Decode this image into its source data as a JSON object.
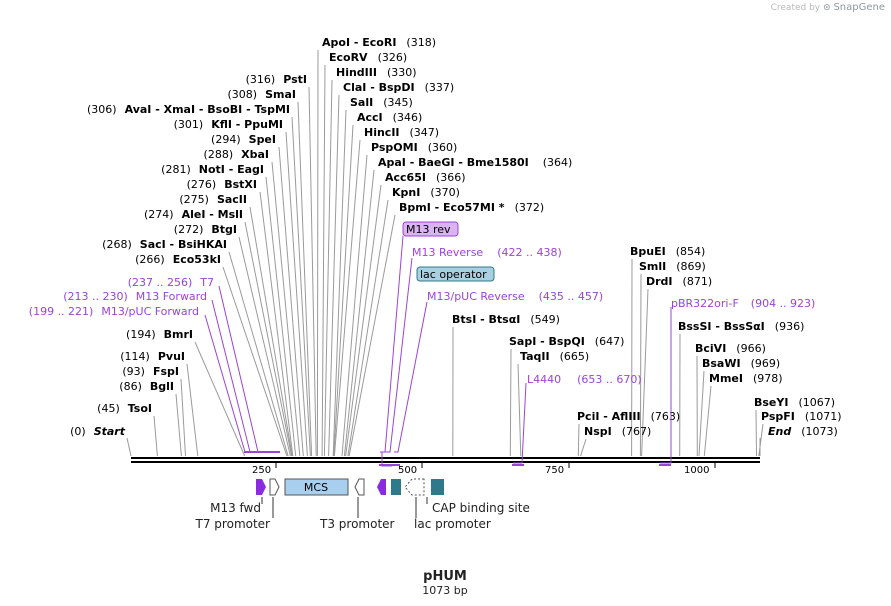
{
  "credit": {
    "text": "Created by",
    "brand": "SnapGene",
    "icon": "snapgene-logo-icon"
  },
  "plasmid": {
    "name": "pHUM",
    "length_label": "1073 bp",
    "length": 1073
  },
  "ruler": {
    "ticks": [
      250,
      500,
      750,
      1000
    ]
  },
  "colors": {
    "site_line": "#9a9a9a",
    "feature_purple": "#9a44d6",
    "primer_fill": "#d9b3f2",
    "operator_fill": "#a9cfe0",
    "mcs_fill": "#a9cfee",
    "teal": "#2e7a8a",
    "arrow_purple": "#8a2be2",
    "text": "#000000",
    "grey_text": "#333333"
  },
  "sites": [
    {
      "label": "ApoI  -  EcoRI",
      "pos": "(318)",
      "at": 318
    },
    {
      "label": "EcoRV",
      "pos": "(326)",
      "at": 326
    },
    {
      "label": "HindIII",
      "pos": "(330)",
      "at": 330
    },
    {
      "label": "ClaI  -  BspDI",
      "pos": "(337)",
      "at": 337
    },
    {
      "label": "SalI",
      "pos": "(345)",
      "at": 345
    },
    {
      "label": "AccI",
      "pos": "(346)",
      "at": 346
    },
    {
      "label": "HincII",
      "pos": "(347)",
      "at": 347
    },
    {
      "label": "PspOMI",
      "pos": "(360)",
      "at": 360
    },
    {
      "label": "ApaI  -  BaeGI  -  Bme1580I",
      "pos": "(364)",
      "at": 364
    },
    {
      "label": "Acc65I",
      "pos": "(366)",
      "at": 366
    },
    {
      "label": "KpnI",
      "pos": "(370)",
      "at": 370
    },
    {
      "label": "BpmI  -  Eco57MI *",
      "pos": "(372)",
      "at": 372
    },
    {
      "label": "PstI",
      "pos": "(316)",
      "at": 316
    },
    {
      "label": "SmaI",
      "pos": "(308)",
      "at": 308
    },
    {
      "label": "AvaI  -  XmaI  -  BsoBI  -  TspMI",
      "pos": "(306)",
      "at": 306
    },
    {
      "label": "KflI  -  PpuMI",
      "pos": "(301)",
      "at": 301
    },
    {
      "label": "SpeI",
      "pos": "(294)",
      "at": 294
    },
    {
      "label": "XbaI",
      "pos": "(288)",
      "at": 288
    },
    {
      "label": "NotI  -  EagI",
      "pos": "(281)",
      "at": 281
    },
    {
      "label": "BstXI",
      "pos": "(276)",
      "at": 276
    },
    {
      "label": "SacII",
      "pos": "(275)",
      "at": 275
    },
    {
      "label": "AleI  -  MslI",
      "pos": "(274)",
      "at": 274
    },
    {
      "label": "BtgI",
      "pos": "(272)",
      "at": 272
    },
    {
      "label": "SacI  -  BsiHKAI",
      "pos": "(268)",
      "at": 268
    },
    {
      "label": "Eco53kI",
      "pos": "(266)",
      "at": 266
    },
    {
      "label": "BmrI",
      "pos": "(194)",
      "at": 194
    },
    {
      "label": "PvuI",
      "pos": "(114)",
      "at": 114
    },
    {
      "label": "FspI",
      "pos": "(93)",
      "at": 93
    },
    {
      "label": "BglI",
      "pos": "(86)",
      "at": 86
    },
    {
      "label": "TsoI",
      "pos": "(45)",
      "at": 45
    },
    {
      "label": "Start",
      "pos": "(0)",
      "at": 0
    },
    {
      "label": "BtsI  -  BtsαI",
      "pos": "(549)",
      "at": 549
    },
    {
      "label": "SapI  -  BspQI",
      "pos": "(647)",
      "at": 647
    },
    {
      "label": "TaqII",
      "pos": "(665)",
      "at": 665
    },
    {
      "label": "PciI  -  AflIII",
      "pos": "(763)",
      "at": 763
    },
    {
      "label": "NspI",
      "pos": "(767)",
      "at": 767
    },
    {
      "label": "BpuEI",
      "pos": "(854)",
      "at": 854
    },
    {
      "label": "SmlI",
      "pos": "(869)",
      "at": 869
    },
    {
      "label": "DrdI",
      "pos": "(871)",
      "at": 871
    },
    {
      "label": "BssSI  -  BssSαI",
      "pos": "(936)",
      "at": 936
    },
    {
      "label": "BciVI",
      "pos": "(966)",
      "at": 966
    },
    {
      "label": "BsaWI",
      "pos": "(969)",
      "at": 969
    },
    {
      "label": "MmeI",
      "pos": "(978)",
      "at": 978
    },
    {
      "label": "BseYI",
      "pos": "(1067)",
      "at": 1067
    },
    {
      "label": "PspFI",
      "pos": "(1071)",
      "at": 1071
    },
    {
      "label": "End",
      "pos": "(1073)",
      "at": 1073
    }
  ],
  "primers": [
    {
      "label": "M13 rev",
      "boxed": true
    },
    {
      "label": "M13 Reverse",
      "range": "(422 .. 438)"
    },
    {
      "label": "lac operator",
      "boxed": true
    },
    {
      "label": "M13/pUC Reverse",
      "range": "(435 .. 457)"
    },
    {
      "label": "T7",
      "range": "(237 .. 256)"
    },
    {
      "label": "M13 Forward",
      "range": "(213 .. 230)"
    },
    {
      "label": "M13/pUC Forward",
      "range": "(199 .. 221)"
    },
    {
      "label": "L4440",
      "range": "(653 .. 670)"
    },
    {
      "label": "pBR322ori-F",
      "range": "(904 .. 923)"
    }
  ],
  "features": [
    {
      "label": "M13 fwd"
    },
    {
      "label": "T7 promoter"
    },
    {
      "label": "MCS"
    },
    {
      "label": "T3 promoter"
    },
    {
      "label": "lac promoter"
    },
    {
      "label": "CAP binding site"
    }
  ]
}
